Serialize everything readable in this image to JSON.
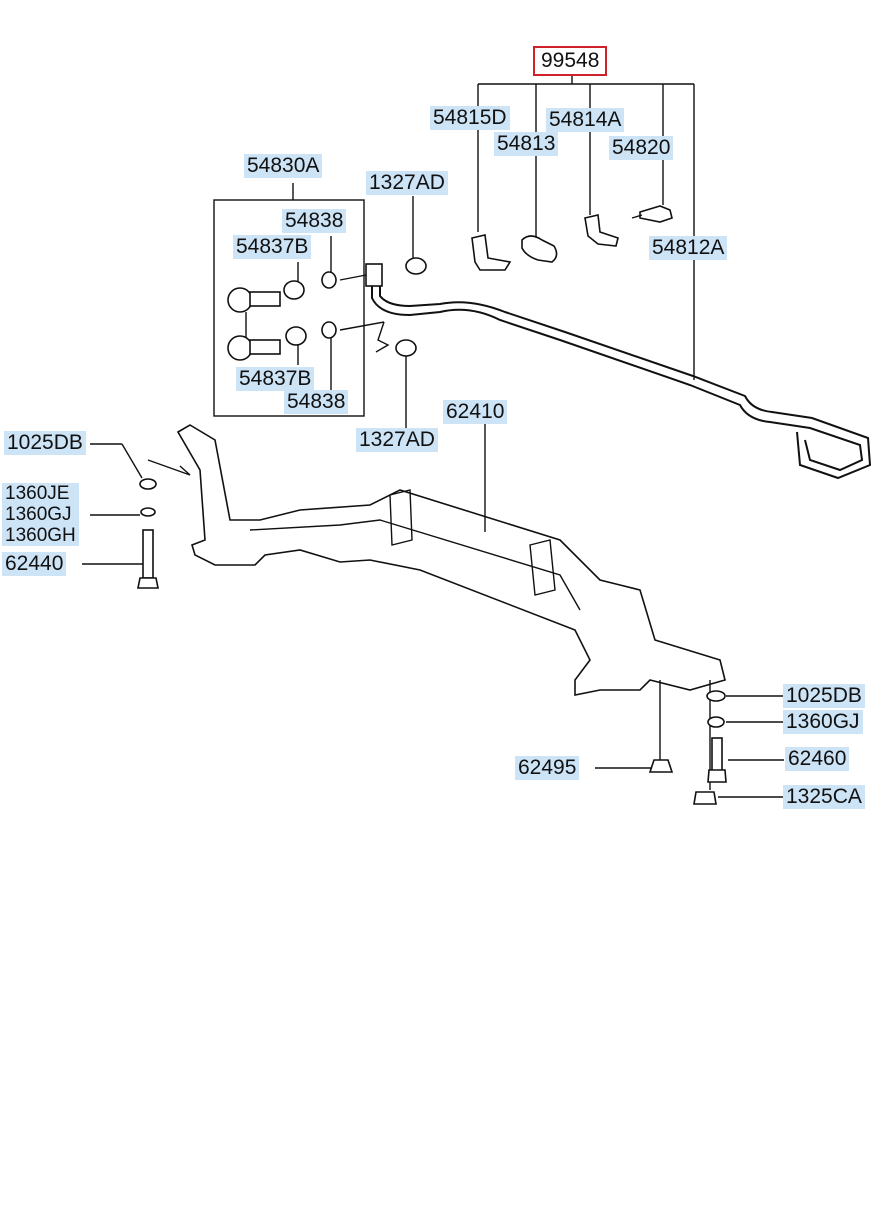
{
  "callouts": {
    "assembly": "99548",
    "bracket_d": "54815D",
    "bushing": "54813",
    "bracket_a": "54814A",
    "bolt_bar": "54820",
    "stabilizer_bar": "54812A",
    "link_assembly": "54830A",
    "nut_top": "1327AD",
    "nut_bottom": "1327AD",
    "bushing_link_top": "54838",
    "bushing_link_bottom": "54838",
    "cup_top": "54837B",
    "cup_bottom": "54837B",
    "crossmember": "62410",
    "washer_left": "1025DB",
    "washer_group_left": [
      "1360JE",
      "1360GJ",
      "1360GH"
    ],
    "bolt_left": "62440",
    "nut_mount": "62495",
    "washer_right": "1025DB",
    "washer_right_2": "1360GJ",
    "bolt_right": "62460",
    "nut_right": "1325CA"
  },
  "colors": {
    "label_bg": "#cde3f6",
    "highlight_border": "#d0202a",
    "line": "#111111"
  }
}
